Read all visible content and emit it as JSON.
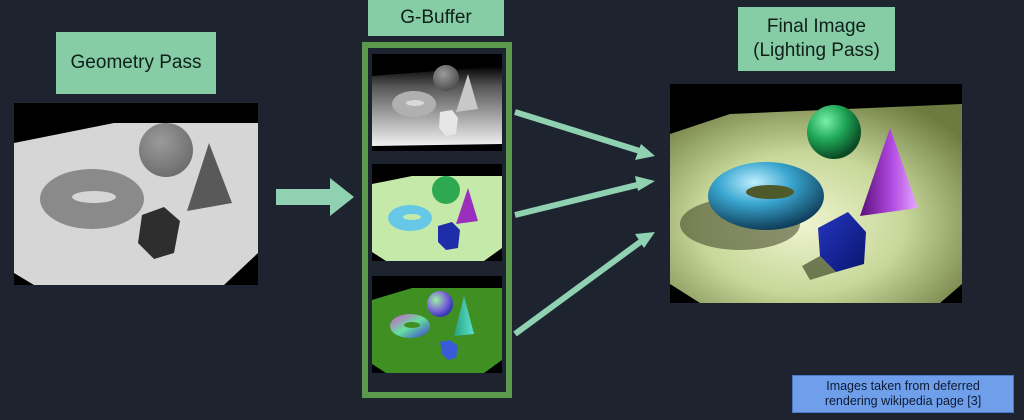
{
  "labels": {
    "geometry_pass": "Geometry Pass",
    "gbuffer": "G-Buffer",
    "final_line1": "Final Image",
    "final_line2": "(Lighting Pass)"
  },
  "note": {
    "line1": "Images taken from deferred",
    "line2": "rendering wikipedia page [3]"
  },
  "colors": {
    "background": "#1e2330",
    "label_fill": "#86cca5",
    "gbuffer_frame": "#5b9a4c",
    "arrow": "#8fd1b0",
    "note_fill": "#6f9fea"
  }
}
